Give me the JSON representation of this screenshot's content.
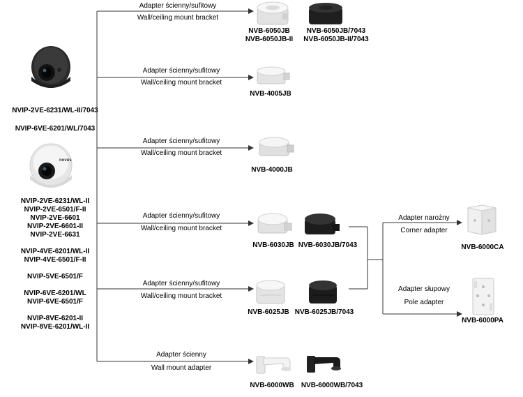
{
  "cameras": {
    "dark_group": [
      "NVIP-2VE-6231/WL-II/7043",
      "NVIP-6VE-6201/WL/7043"
    ],
    "white_group_1": [
      "NVIP-2VE-6231/WL-II",
      "NVIP-2VE-6501/F-II",
      "NVIP-2VE-6601",
      "NVIP-2VE-6601-II",
      "NVIP-2VE-6631"
    ],
    "white_group_2": [
      "NVIP-4VE-6201/WL-II",
      "NVIP-4VE-6501/F-II"
    ],
    "white_group_3": [
      "NVIP-5VE-6501/F"
    ],
    "white_group_4": [
      "NVIP-6VE-6201/WL",
      "NVIP-6VE-6501/F"
    ],
    "white_group_5": [
      "NVIP-8VE-6201-II",
      "NVIP-8VE-6201/WL-II"
    ],
    "logo_text": "novus"
  },
  "branches": [
    {
      "pl": "Adapter ścienny/sufitowy",
      "en": "Wall/ceiling mount bracket",
      "products": [
        {
          "name": "NVB-6050JB\nNVB-6050JB-II",
          "color": "white",
          "icon": "junction-box-icon"
        },
        {
          "name": "NVB-6050JB/7043\nNVB-6050JB-II/7043",
          "color": "black",
          "icon": "junction-box-icon"
        }
      ]
    },
    {
      "pl": "Adapter ścienny/sufitowy",
      "en": "Wall/ceiling mount bracket",
      "products": [
        {
          "name": "NVB-4005JB",
          "color": "white",
          "icon": "junction-box-icon"
        }
      ]
    },
    {
      "pl": "Adapter ścienny/sufitowy",
      "en": "Wall/ceiling mount bracket",
      "products": [
        {
          "name": "NVB-4000JB",
          "color": "white",
          "icon": "junction-box-icon"
        }
      ]
    },
    {
      "pl": "Adapter ścienny/sufitowy",
      "en": "Wall/ceiling mount bracket",
      "products": [
        {
          "name": "NVB-6030JB",
          "color": "white",
          "icon": "junction-box-icon"
        },
        {
          "name": "NVB-6030JB/7043",
          "color": "black",
          "icon": "junction-box-icon"
        }
      ]
    },
    {
      "pl": "Adapter ścienny/sufitowy",
      "en": "Wall/ceiling mount bracket",
      "products": [
        {
          "name": "NVB-6025JB",
          "color": "white",
          "icon": "junction-box-icon"
        },
        {
          "name": "NVB-6025JB/7043",
          "color": "black",
          "icon": "junction-box-icon"
        }
      ]
    },
    {
      "pl": "Adapter ścienny",
      "en": "Wall mount adapter",
      "products": [
        {
          "name": "NVB-6000WB",
          "color": "white",
          "icon": "wall-bracket-icon"
        },
        {
          "name": "NVB-6000WB/7043",
          "color": "black",
          "icon": "wall-bracket-icon"
        }
      ]
    }
  ],
  "sub_branches": [
    {
      "pl": "Adapter narożny",
      "en": "Corner adapter",
      "product": "NVB-6000CA",
      "icon": "corner-adapter-icon"
    },
    {
      "pl": "Adapter słupowy",
      "en": "Pole adapter",
      "product": "NVB-6000PA",
      "icon": "pole-adapter-icon"
    }
  ],
  "colors": {
    "line": "#333333",
    "white_device": "#eeeeee",
    "black_device": "#262626"
  }
}
